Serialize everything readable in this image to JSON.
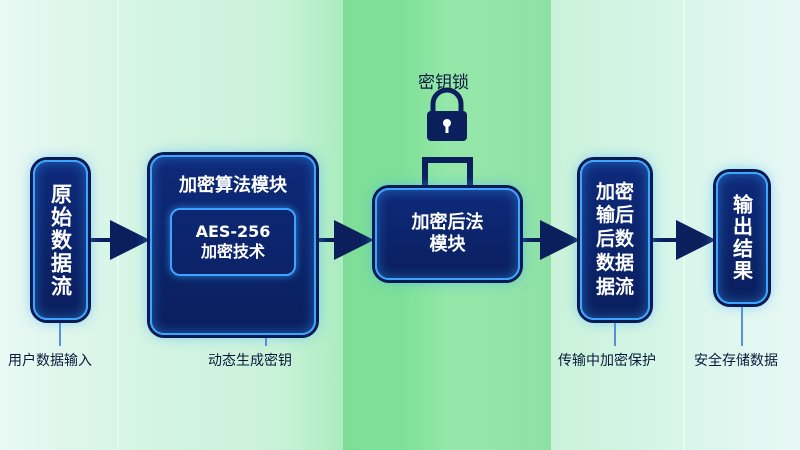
{
  "steps": {
    "source": {
      "label": "原始数据流",
      "caption": "用户数据输入"
    },
    "engine": {
      "title": "加密算法模块",
      "inner_line1": "AES-256",
      "inner_line2": "加密技术",
      "caption": "动态生成密钥"
    },
    "lock": {
      "caption": "密钥锁"
    },
    "post": {
      "label": "加密后法模块"
    },
    "output": {
      "label": "加密输后后数数据据流",
      "caption": "传输中加密保护"
    },
    "result": {
      "label": "输出结果",
      "caption": "安全存储数据"
    }
  },
  "colors": {
    "chip_fill": "#0a1f5e",
    "chip_glow": "#3fa4ff",
    "arrow": "#0b1f5c",
    "accent_green": "#8fe6a8"
  },
  "icons": [
    "lock-icon",
    "padlock-icon",
    "arrow-right-icon"
  ]
}
